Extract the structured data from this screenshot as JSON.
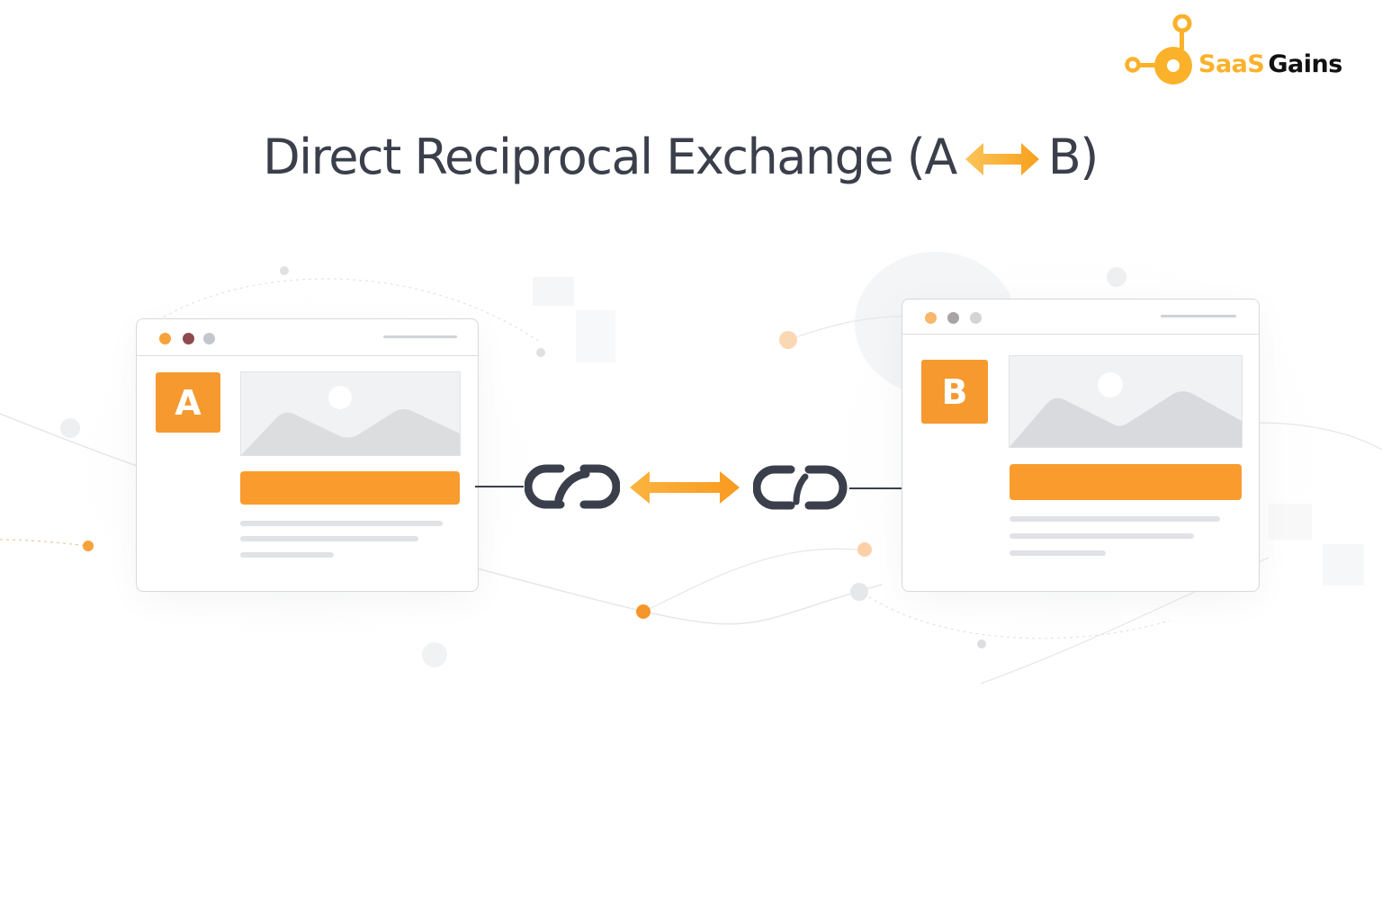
{
  "brand": {
    "logo_part1": "SaaS",
    "logo_part2": "Gains",
    "primary_color": "#fbb12a",
    "secondary_color": "#111111"
  },
  "title": {
    "prefix": "Direct Reciprocal Exchange (A",
    "suffix": "B)",
    "arrow_icon": "double-arrow-icon",
    "color": "#3a3f4b"
  },
  "diagram": {
    "site_a": {
      "label": "A",
      "window_dots": [
        "#f6a23a",
        "#8e4b4b",
        "#c4c6cf"
      ],
      "tile_color": "#f6992e"
    },
    "site_b": {
      "label": "B",
      "window_dots": [
        "#f7b86a",
        "#a8a3a6",
        "#d2d4d8"
      ],
      "tile_color": "#f6992e"
    },
    "left_link_icon": "chain-link-icon",
    "right_link_icon": "chain-link-icon",
    "exchange_icon": "bidirectional-arrow-icon",
    "accent_color": "#f99c2d",
    "dark_color": "#3a3f4b"
  }
}
